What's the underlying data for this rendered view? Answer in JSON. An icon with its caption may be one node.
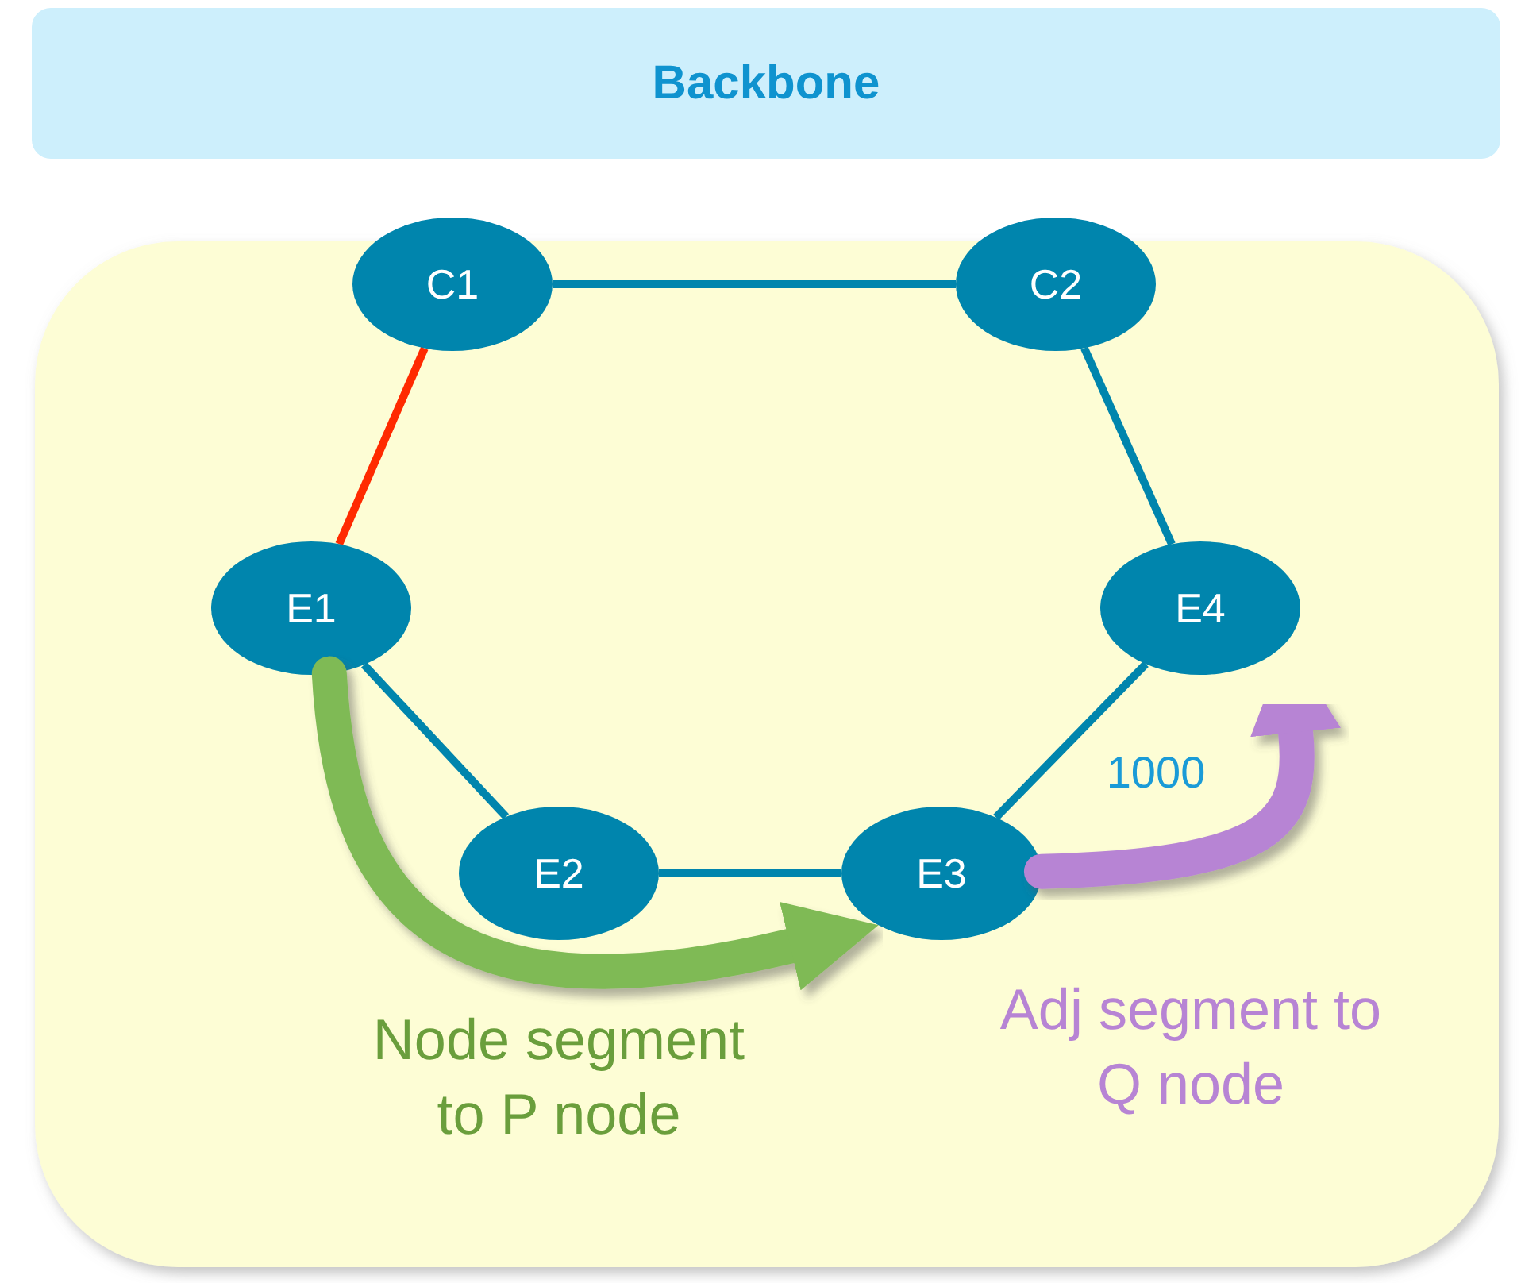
{
  "diagram": {
    "nodes": [
      {
        "text": [
          "Backbone"
        ]
      },
      {
        "text": [
          "C1"
        ]
      },
      {
        "text": [
          "C2"
        ]
      },
      {
        "text": [
          "E1"
        ]
      },
      {
        "text": [
          "E2"
        ]
      },
      {
        "text": [
          "E3"
        ]
      },
      {
        "text": [
          "E4"
        ]
      }
    ],
    "edges": [
      {
        "from": 1,
        "to": 2,
        "arrow": "none"
      },
      {
        "from": 1,
        "to": 3,
        "arrow": "none",
        "color": "#ff2a00"
      },
      {
        "from": 2,
        "to": 6,
        "arrow": "none"
      },
      {
        "from": 3,
        "to": 4,
        "arrow": "none"
      },
      {
        "from": 4,
        "to": 5,
        "arrow": "none"
      },
      {
        "from": 5,
        "to": 6,
        "arrow": "none",
        "label": "1000"
      },
      {
        "from": 3,
        "to": 5,
        "arrow": "to",
        "style": "thick",
        "color": "#7fba55"
      },
      {
        "from": 5,
        "to": 6,
        "arrow": "to",
        "style": "thick",
        "color": "#b784d4"
      }
    ],
    "labels": [
      "Node segment to P node",
      "Adj segment to Q node"
    ]
  }
}
